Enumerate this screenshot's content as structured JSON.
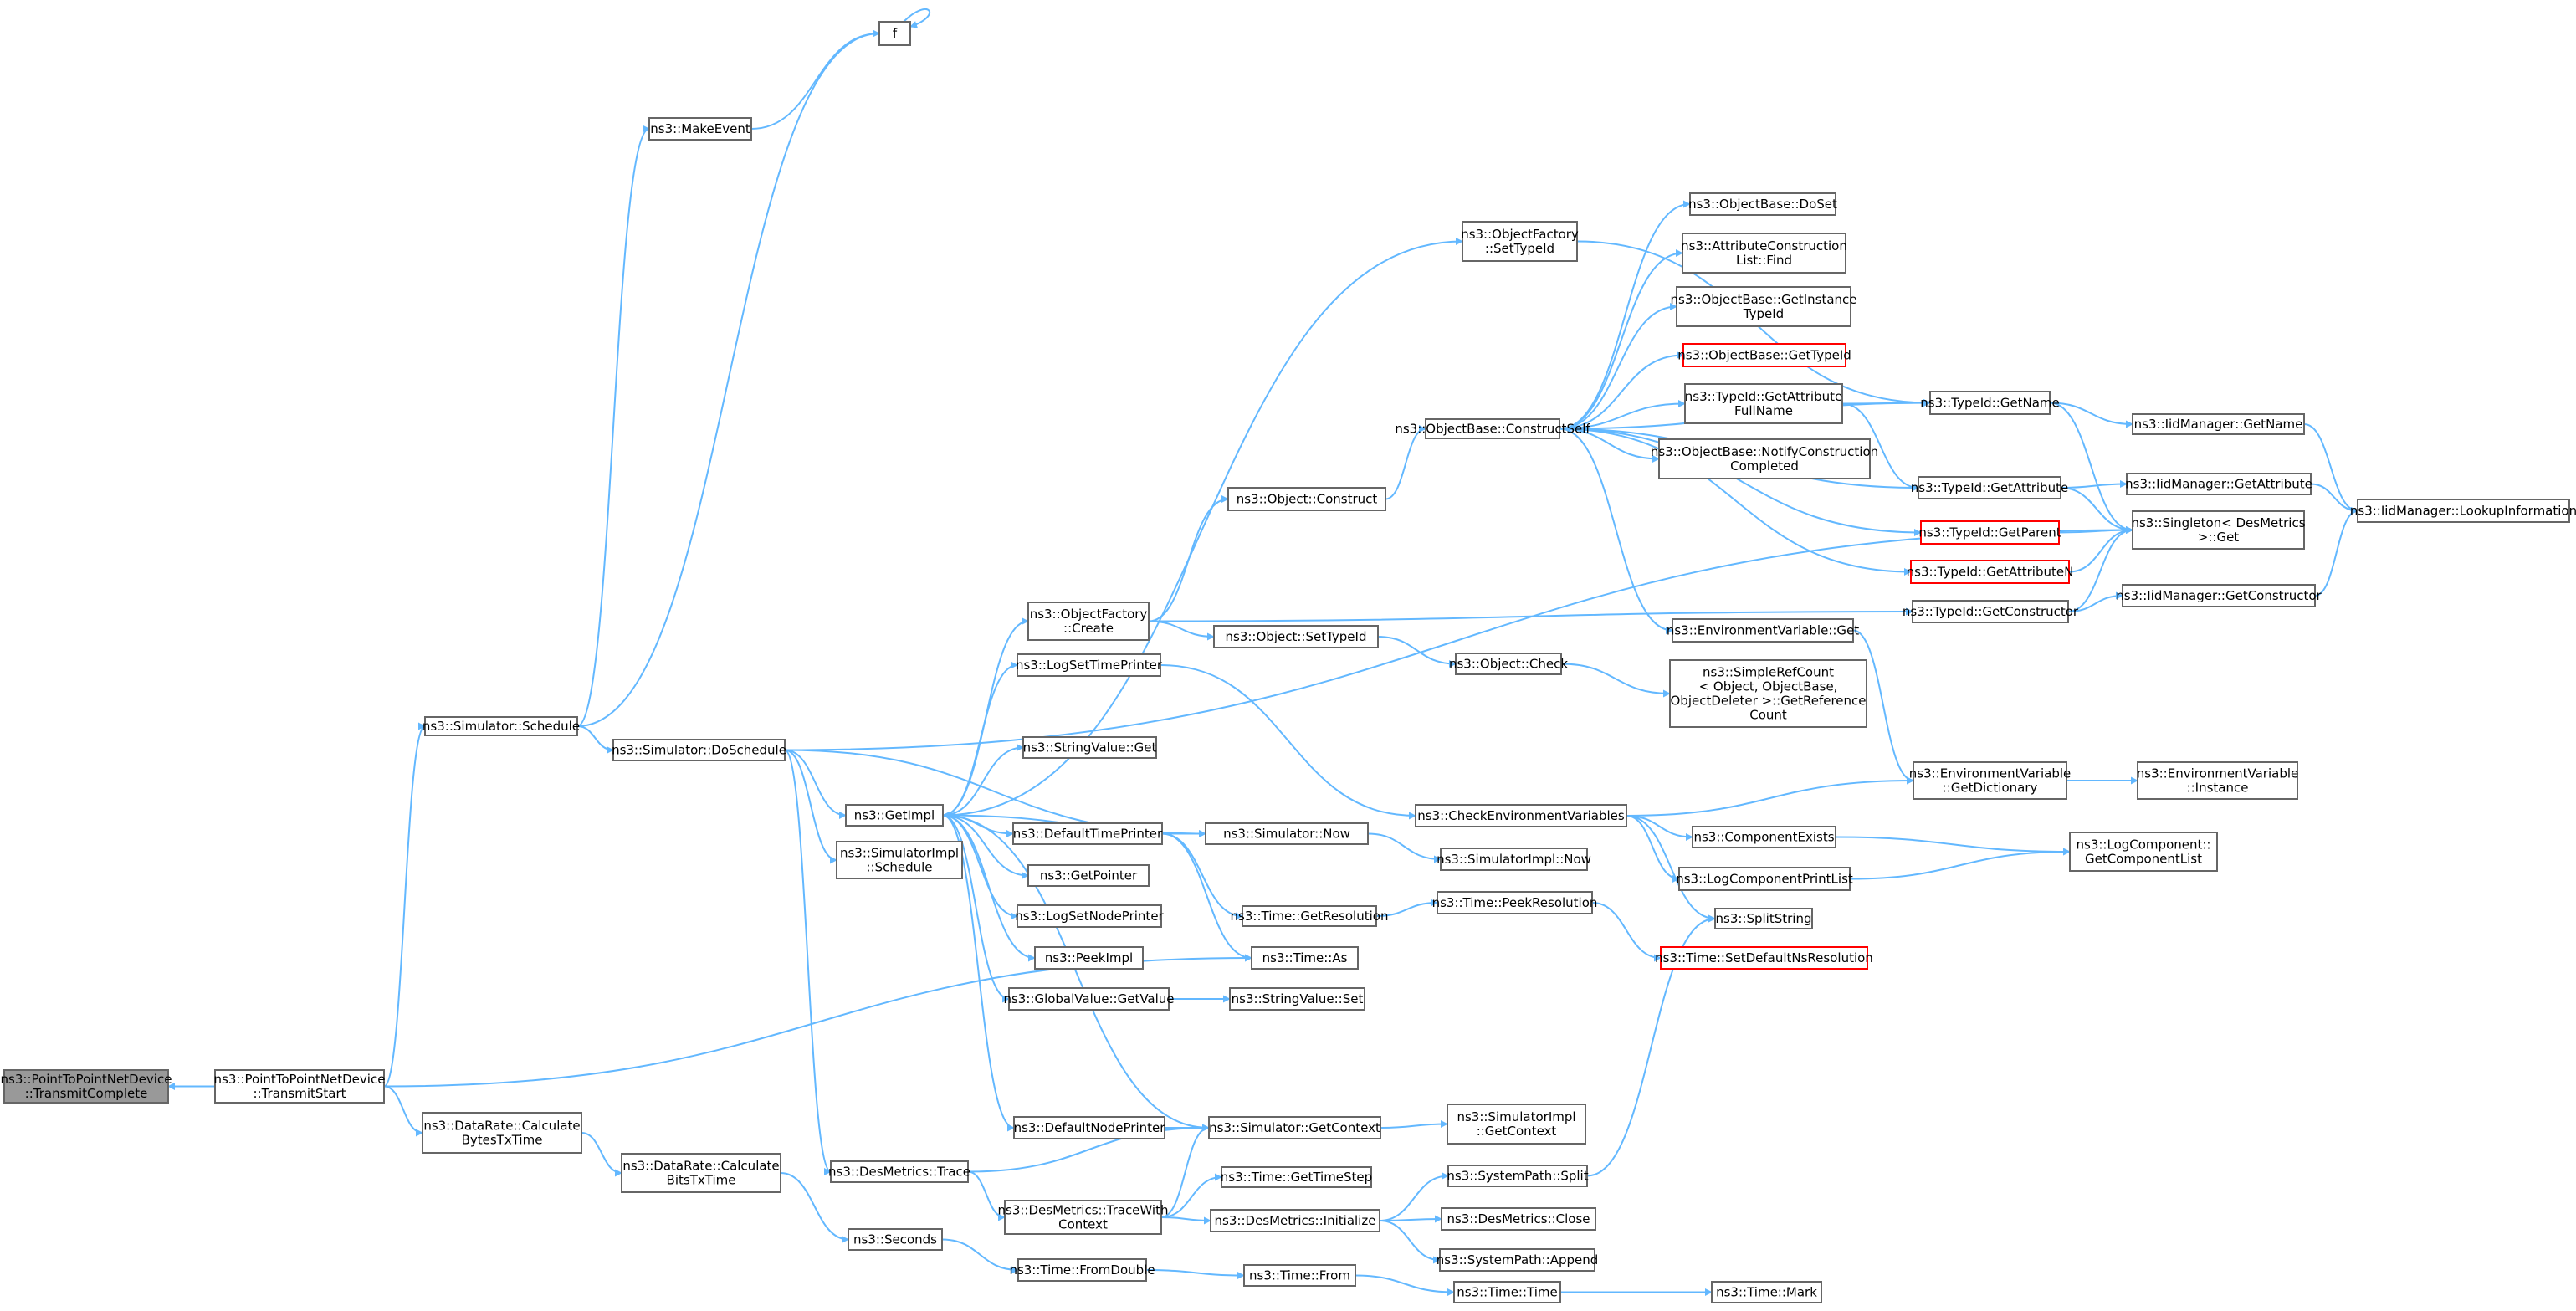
{
  "colors": {
    "edge": "#63b8ff",
    "node_border": "#666666",
    "missing_border": "#ff0000",
    "current_fill": "#999999",
    "background": "#ffffff"
  },
  "graph": {
    "nodes": [
      {
        "id": "root",
        "lines": [
          "ns3::PointToPointNetDevice",
          "::TransmitComplete"
        ]
      },
      {
        "id": "ts",
        "lines": [
          "ns3::PointToPointNetDevice",
          "::TransmitStart"
        ]
      },
      {
        "id": "sched",
        "lines": [
          "ns3::Simulator::Schedule"
        ]
      },
      {
        "id": "makeevent",
        "lines": [
          "ns3::MakeEvent"
        ]
      },
      {
        "id": "f",
        "lines": [
          "f"
        ]
      },
      {
        "id": "dosched",
        "lines": [
          "ns3::Simulator::DoSchedule"
        ]
      },
      {
        "id": "getimpl",
        "lines": [
          "ns3::GetImpl"
        ]
      },
      {
        "id": "simimplsched",
        "lines": [
          "ns3::SimulatorImpl",
          "::Schedule"
        ]
      },
      {
        "id": "dmtrace",
        "lines": [
          "ns3::DesMetrics::Trace"
        ]
      },
      {
        "id": "dmtracectx",
        "lines": [
          "ns3::DesMetrics::TraceWith",
          "Context"
        ]
      },
      {
        "id": "dmtxbytes",
        "lines": [
          "ns3::DataRate::Calculate",
          "BytesTxTime"
        ]
      },
      {
        "id": "dmtxbits",
        "lines": [
          "ns3::DataRate::Calculate",
          "BitsTxTime"
        ]
      },
      {
        "id": "seconds",
        "lines": [
          "ns3::Seconds"
        ]
      },
      {
        "id": "fromdouble",
        "lines": [
          "ns3::Time::FromDouble"
        ]
      },
      {
        "id": "timefrom",
        "lines": [
          "ns3::Time::From"
        ]
      },
      {
        "id": "timetime",
        "lines": [
          "ns3::Time::Time"
        ]
      },
      {
        "id": "timemark",
        "lines": [
          "ns3::Time::Mark"
        ]
      },
      {
        "id": "ofcreate",
        "lines": [
          "ns3::ObjectFactory",
          "::Create"
        ]
      },
      {
        "id": "logsettime",
        "lines": [
          "ns3::LogSetTimePrinter"
        ]
      },
      {
        "id": "svget",
        "lines": [
          "ns3::StringValue::Get"
        ]
      },
      {
        "id": "deftime",
        "lines": [
          "ns3::DefaultTimePrinter"
        ]
      },
      {
        "id": "getpointer",
        "lines": [
          "ns3::GetPointer"
        ]
      },
      {
        "id": "logsetnode",
        "lines": [
          "ns3::LogSetNodePrinter"
        ]
      },
      {
        "id": "peekimpl",
        "lines": [
          "ns3::PeekImpl"
        ]
      },
      {
        "id": "gvgetvalue",
        "lines": [
          "ns3::GlobalValue::GetValue"
        ]
      },
      {
        "id": "defnode",
        "lines": [
          "ns3::DefaultNodePrinter"
        ]
      },
      {
        "id": "simnow",
        "lines": [
          "ns3::Simulator::Now"
        ]
      },
      {
        "id": "getres",
        "lines": [
          "ns3::Time::GetResolution"
        ]
      },
      {
        "id": "timeas",
        "lines": [
          "ns3::Time::As"
        ]
      },
      {
        "id": "svset",
        "lines": [
          "ns3::StringValue::Set"
        ]
      },
      {
        "id": "simgetctx",
        "lines": [
          "ns3::Simulator::GetContext"
        ]
      },
      {
        "id": "gettimestep",
        "lines": [
          "ns3::Time::GetTimeStep"
        ]
      },
      {
        "id": "dminit",
        "lines": [
          "ns3::DesMetrics::Initialize"
        ]
      },
      {
        "id": "objconstruct",
        "lines": [
          "ns3::Object::Construct"
        ]
      },
      {
        "id": "objsettid",
        "lines": [
          "ns3::Object::SetTypeId"
        ]
      },
      {
        "id": "objcheck",
        "lines": [
          "ns3::Object::Check"
        ]
      },
      {
        "id": "checkenv",
        "lines": [
          "ns3::CheckEnvironmentVariables"
        ]
      },
      {
        "id": "siminow",
        "lines": [
          "ns3::SimulatorImpl::Now"
        ]
      },
      {
        "id": "peekres",
        "lines": [
          "ns3::Time::PeekResolution"
        ]
      },
      {
        "id": "simigetctx",
        "lines": [
          "ns3::SimulatorImpl",
          "::GetContext"
        ]
      },
      {
        "id": "spsplit",
        "lines": [
          "ns3::SystemPath::Split"
        ]
      },
      {
        "id": "dmclose",
        "lines": [
          "ns3::DesMetrics::Close"
        ]
      },
      {
        "id": "spappend",
        "lines": [
          "ns3::SystemPath::Append"
        ]
      },
      {
        "id": "ofsettid",
        "lines": [
          "ns3::ObjectFactory",
          "::SetTypeId"
        ]
      },
      {
        "id": "obconstructself",
        "lines": [
          "ns3::ObjectBase::ConstructSelf"
        ]
      },
      {
        "id": "srcgetref",
        "lines": [
          "ns3::SimpleRefCount",
          "< Object, ObjectBase,",
          "ObjectDeleter >::GetReference",
          "Count"
        ]
      },
      {
        "id": "obdoset",
        "lines": [
          "ns3::ObjectBase::DoSet"
        ]
      },
      {
        "id": "aclfind",
        "lines": [
          "ns3::AttributeConstruction",
          "List::Find"
        ]
      },
      {
        "id": "obgetinst",
        "lines": [
          "ns3::ObjectBase::GetInstance",
          "TypeId"
        ]
      },
      {
        "id": "obgettid",
        "lines": [
          "ns3::ObjectBase::GetTypeId"
        ]
      },
      {
        "id": "tidgetattrfull",
        "lines": [
          "ns3::TypeId::GetAttribute",
          "FullName"
        ]
      },
      {
        "id": "obnotify",
        "lines": [
          "ns3::ObjectBase::NotifyConstruction",
          "Completed"
        ]
      },
      {
        "id": "envget",
        "lines": [
          "ns3::EnvironmentVariable::Get"
        ]
      },
      {
        "id": "compexists",
        "lines": [
          "ns3::ComponentExists"
        ]
      },
      {
        "id": "logcompprint",
        "lines": [
          "ns3::LogComponentPrintList"
        ]
      },
      {
        "id": "splitstring",
        "lines": [
          "ns3::SplitString"
        ]
      },
      {
        "id": "setdefns",
        "lines": [
          "ns3::Time::SetDefaultNsResolution"
        ]
      },
      {
        "id": "tidgetname",
        "lines": [
          "ns3::TypeId::GetName"
        ]
      },
      {
        "id": "tidgetattr",
        "lines": [
          "ns3::TypeId::GetAttribute"
        ]
      },
      {
        "id": "tidgetparent",
        "lines": [
          "ns3::TypeId::GetParent"
        ]
      },
      {
        "id": "tidgetattrn",
        "lines": [
          "ns3::TypeId::GetAttributeN"
        ]
      },
      {
        "id": "tidgetctor",
        "lines": [
          "ns3::TypeId::GetConstructor"
        ]
      },
      {
        "id": "envgetdict",
        "lines": [
          "ns3::EnvironmentVariable",
          "::GetDictionary"
        ]
      },
      {
        "id": "lcgetlist",
        "lines": [
          "ns3::LogComponent::",
          "GetComponentList"
        ]
      },
      {
        "id": "iidgetname",
        "lines": [
          "ns3::IidManager::GetName"
        ]
      },
      {
        "id": "iidgetattr",
        "lines": [
          "ns3::IidManager::GetAttribute"
        ]
      },
      {
        "id": "singleton",
        "lines": [
          "ns3::Singleton< DesMetrics",
          ">::Get"
        ]
      },
      {
        "id": "iidgetctor",
        "lines": [
          "ns3::IidManager::GetConstructor"
        ]
      },
      {
        "id": "envinst",
        "lines": [
          "ns3::EnvironmentVariable",
          "::Instance"
        ]
      },
      {
        "id": "iidlookup",
        "lines": [
          "ns3::IidManager::LookupInformation"
        ]
      }
    ]
  }
}
